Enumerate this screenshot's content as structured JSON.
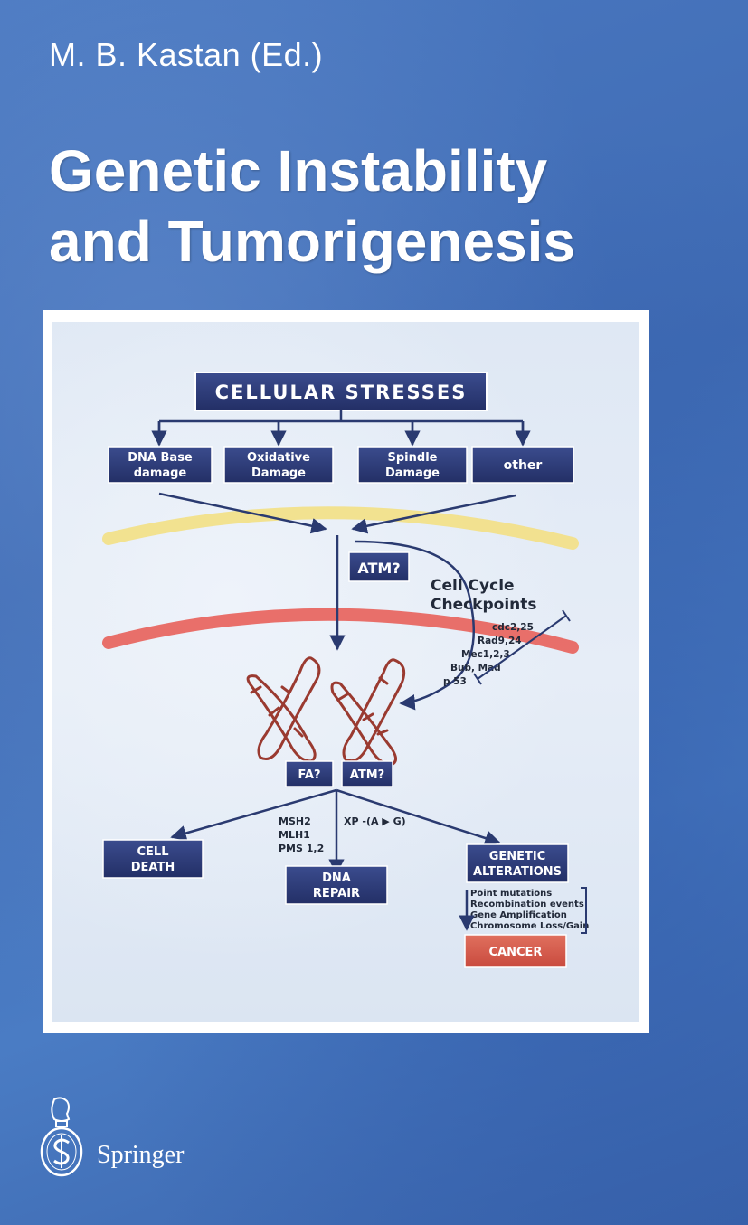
{
  "cover": {
    "editor": "M. B. Kastan (Ed.)",
    "title_line1": "Genetic Instability",
    "title_line2": "and Tumorigenesis",
    "publisher": "Springer"
  },
  "diagram": {
    "header": "CELLULAR STRESSES",
    "stresses": [
      {
        "line1": "DNA Base",
        "line2": "damage"
      },
      {
        "line1": "Oxidative",
        "line2": "Damage"
      },
      {
        "line1": "Spindle",
        "line2": "Damage"
      },
      {
        "line1": "other",
        "line2": ""
      }
    ],
    "atm_top": "ATM?",
    "checkpoint_title1": "Cell Cycle",
    "checkpoint_title2": "Checkpoints",
    "checkpoint_genes": [
      "cdc2,25",
      "Rad9,24",
      "Mec1,2,3",
      "Bub, Mad",
      "p 53"
    ],
    "fa": "FA?",
    "atm_bottom": "ATM?",
    "repair_genes": [
      "MSH2",
      "MLH1",
      "PMS 1,2"
    ],
    "xp": "XP -(A ▶ G)",
    "cell_death1": "CELL",
    "cell_death2": "DEATH",
    "dna_repair1": "DNA",
    "dna_repair2": "REPAIR",
    "genetic1": "GENETIC",
    "genetic2": "ALTERATIONS",
    "alterations": [
      "Point mutations",
      "Recombination events",
      "Gene Amplification",
      "Chromosome Loss/Gain"
    ],
    "cancer": "CANCER"
  },
  "colors": {
    "navy_box": "#2b3a78",
    "cancer_box": "#d85a4a",
    "arrow": "#2a3a70",
    "chromosome": "#9a3a30",
    "yellow_band": "#f2e08a",
    "red_band": "#e8605a"
  }
}
